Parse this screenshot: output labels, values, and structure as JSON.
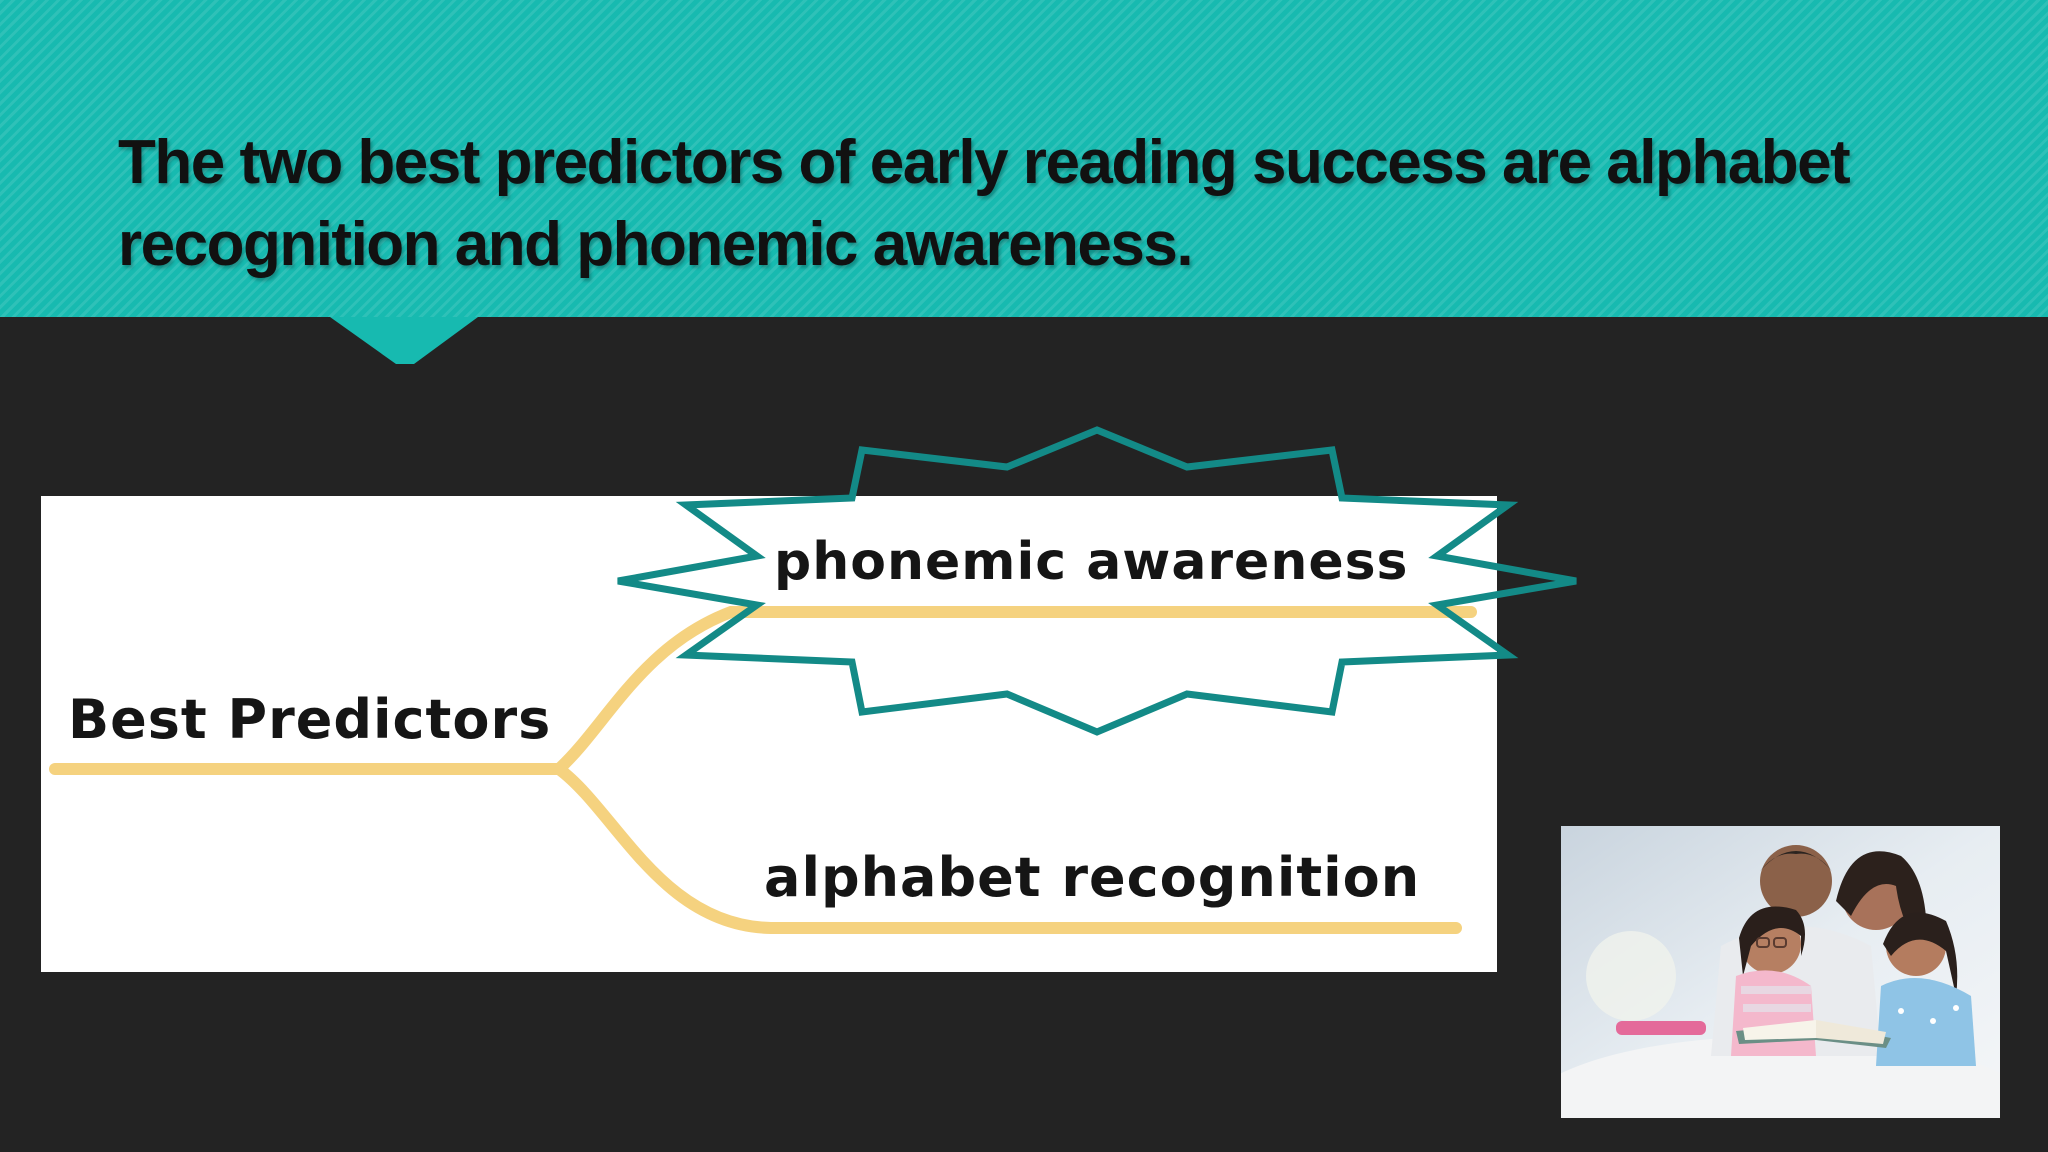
{
  "slide": {
    "title": "The two best predictors of early reading success are alphabet recognition and phonemic awareness."
  },
  "diagram": {
    "root_label": "Best Predictors",
    "branches": [
      {
        "label": "phonemic awareness",
        "highlighted": true
      },
      {
        "label": "alphabet recognition",
        "highlighted": false
      }
    ],
    "colors": {
      "branch_line": "#f5d27f",
      "starburst_outline": "#138a87",
      "banner": "#17bab0",
      "background": "#232323"
    }
  },
  "photo": {
    "subject": "family-reading-book"
  }
}
